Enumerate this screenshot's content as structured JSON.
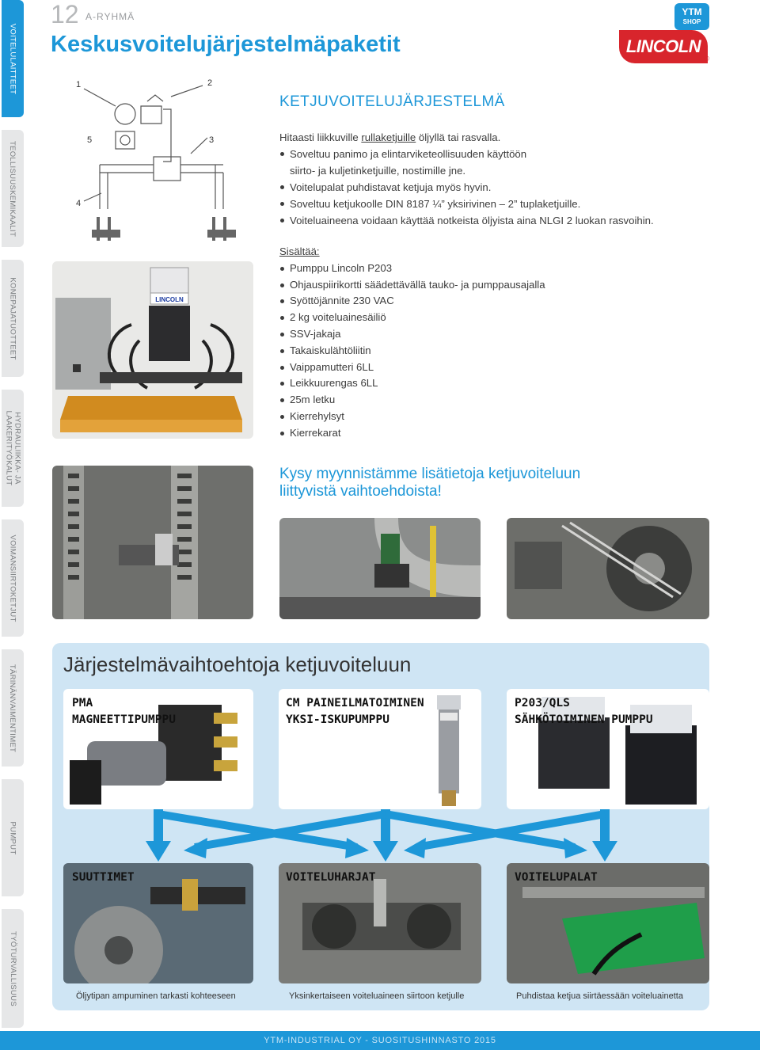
{
  "side_tabs": [
    {
      "label": "VOITELULAITTEET",
      "active": true
    },
    {
      "label": "TEOLLISUUSKEMIKAALIT",
      "active": false
    },
    {
      "label": "KONEPAJATUOTTEET",
      "active": false
    },
    {
      "label": "HYDRAULIIKKA- JA\nLAAKERITYÖKALUT",
      "active": false
    },
    {
      "label": "VOIMANSIIRTOKETJUT",
      "active": false
    },
    {
      "label": "TÄRINÄNVAIMENTIMET",
      "active": false
    },
    {
      "label": "PUMPUT",
      "active": false
    },
    {
      "label": "TYÖTURVALLISUUS",
      "active": false
    }
  ],
  "header": {
    "page_number": "12",
    "group": "A-RYHMÄ",
    "title": "Keskusvoitelujärjestelmäpaketit"
  },
  "logo": {
    "badge_top": "YTM",
    "badge_bottom": "SHOP",
    "brand": "LINCOLN",
    "reg": "®"
  },
  "colors": {
    "accent": "#1d97d8",
    "brand_red": "#d8252c",
    "panel": "#cfe5f4"
  },
  "diagram": {
    "labels": [
      "1",
      "2",
      "3",
      "4",
      "5"
    ],
    "icon": "motor-pump-schematic"
  },
  "product_label": "LINCOLN",
  "section": {
    "heading": "KETJUVOITELUJÄRJESTELMÄ",
    "intro_prefix": "Hitaasti liikkuville ",
    "intro_link": "rullaketjuille",
    "intro_suffix": " öljyllä tai rasvalla.",
    "bullets": [
      {
        "text": "Soveltuu panimo ja elintarviketeollisuuden käyttöön",
        "cont": "siirto- ja kuljetinketjuille, nostimille jne."
      },
      {
        "text": "Voitelupalat puhdistavat ketjuja myös hyvin."
      },
      {
        "text": "Soveltuu ketjukoolle DIN 8187 ¼” yksirivinen – 2” tuplaketjuille."
      },
      {
        "text": "Voiteluaineena voidaan käyttää notkeista öljyista aina NLGI 2 luokan rasvoihin."
      }
    ]
  },
  "contents": {
    "label": "Sisältää:",
    "items": [
      "Pumppu Lincoln P203",
      "Ohjauspiirikortti säädettävällä tauko- ja pumppausajalla",
      "Syöttöjännite 230 VAC",
      "2 kg voiteluainesäiliö",
      "SSV-jakaja",
      "Takaiskulähtöliitin",
      "Vaippamutteri 6LL",
      "Leikkuurengas 6LL",
      "25m letku",
      "Kierrehylsyt",
      "Kierrekarat"
    ]
  },
  "cta": "Kysy myynnistämme lisätietoja ketjuvoiteluun liittyvistä vaihtoehdoista!",
  "options": {
    "title": "Järjestelmävaihtoehtoja ketjuvoiteluun",
    "pumps": [
      {
        "line1": "PMA",
        "line2": "MAGNEETTIPUMPPU"
      },
      {
        "line1": "CM PAINEILMATOIMINEN",
        "line2": "YKSI-ISKUPUMPPU"
      },
      {
        "line1": "P203/QLS",
        "line2": "SÄHKÖTOIMINEN PUMPPU"
      }
    ],
    "applicators": [
      {
        "label": "SUUTTIMET",
        "caption": "Öljytipan ampuminen tarkasti kohteeseen"
      },
      {
        "label": "VOITELUHARJAT",
        "caption": "Yksinkertaiseen voiteluaineen siirtoon ketjulle"
      },
      {
        "label": "VOITELUPALAT",
        "caption": "Puhdistaa ketjua siirtäessään voiteluainetta"
      }
    ]
  },
  "footer": "YTM-INDUSTRIAL OY - SUOSITUSHINNASTO 2015"
}
